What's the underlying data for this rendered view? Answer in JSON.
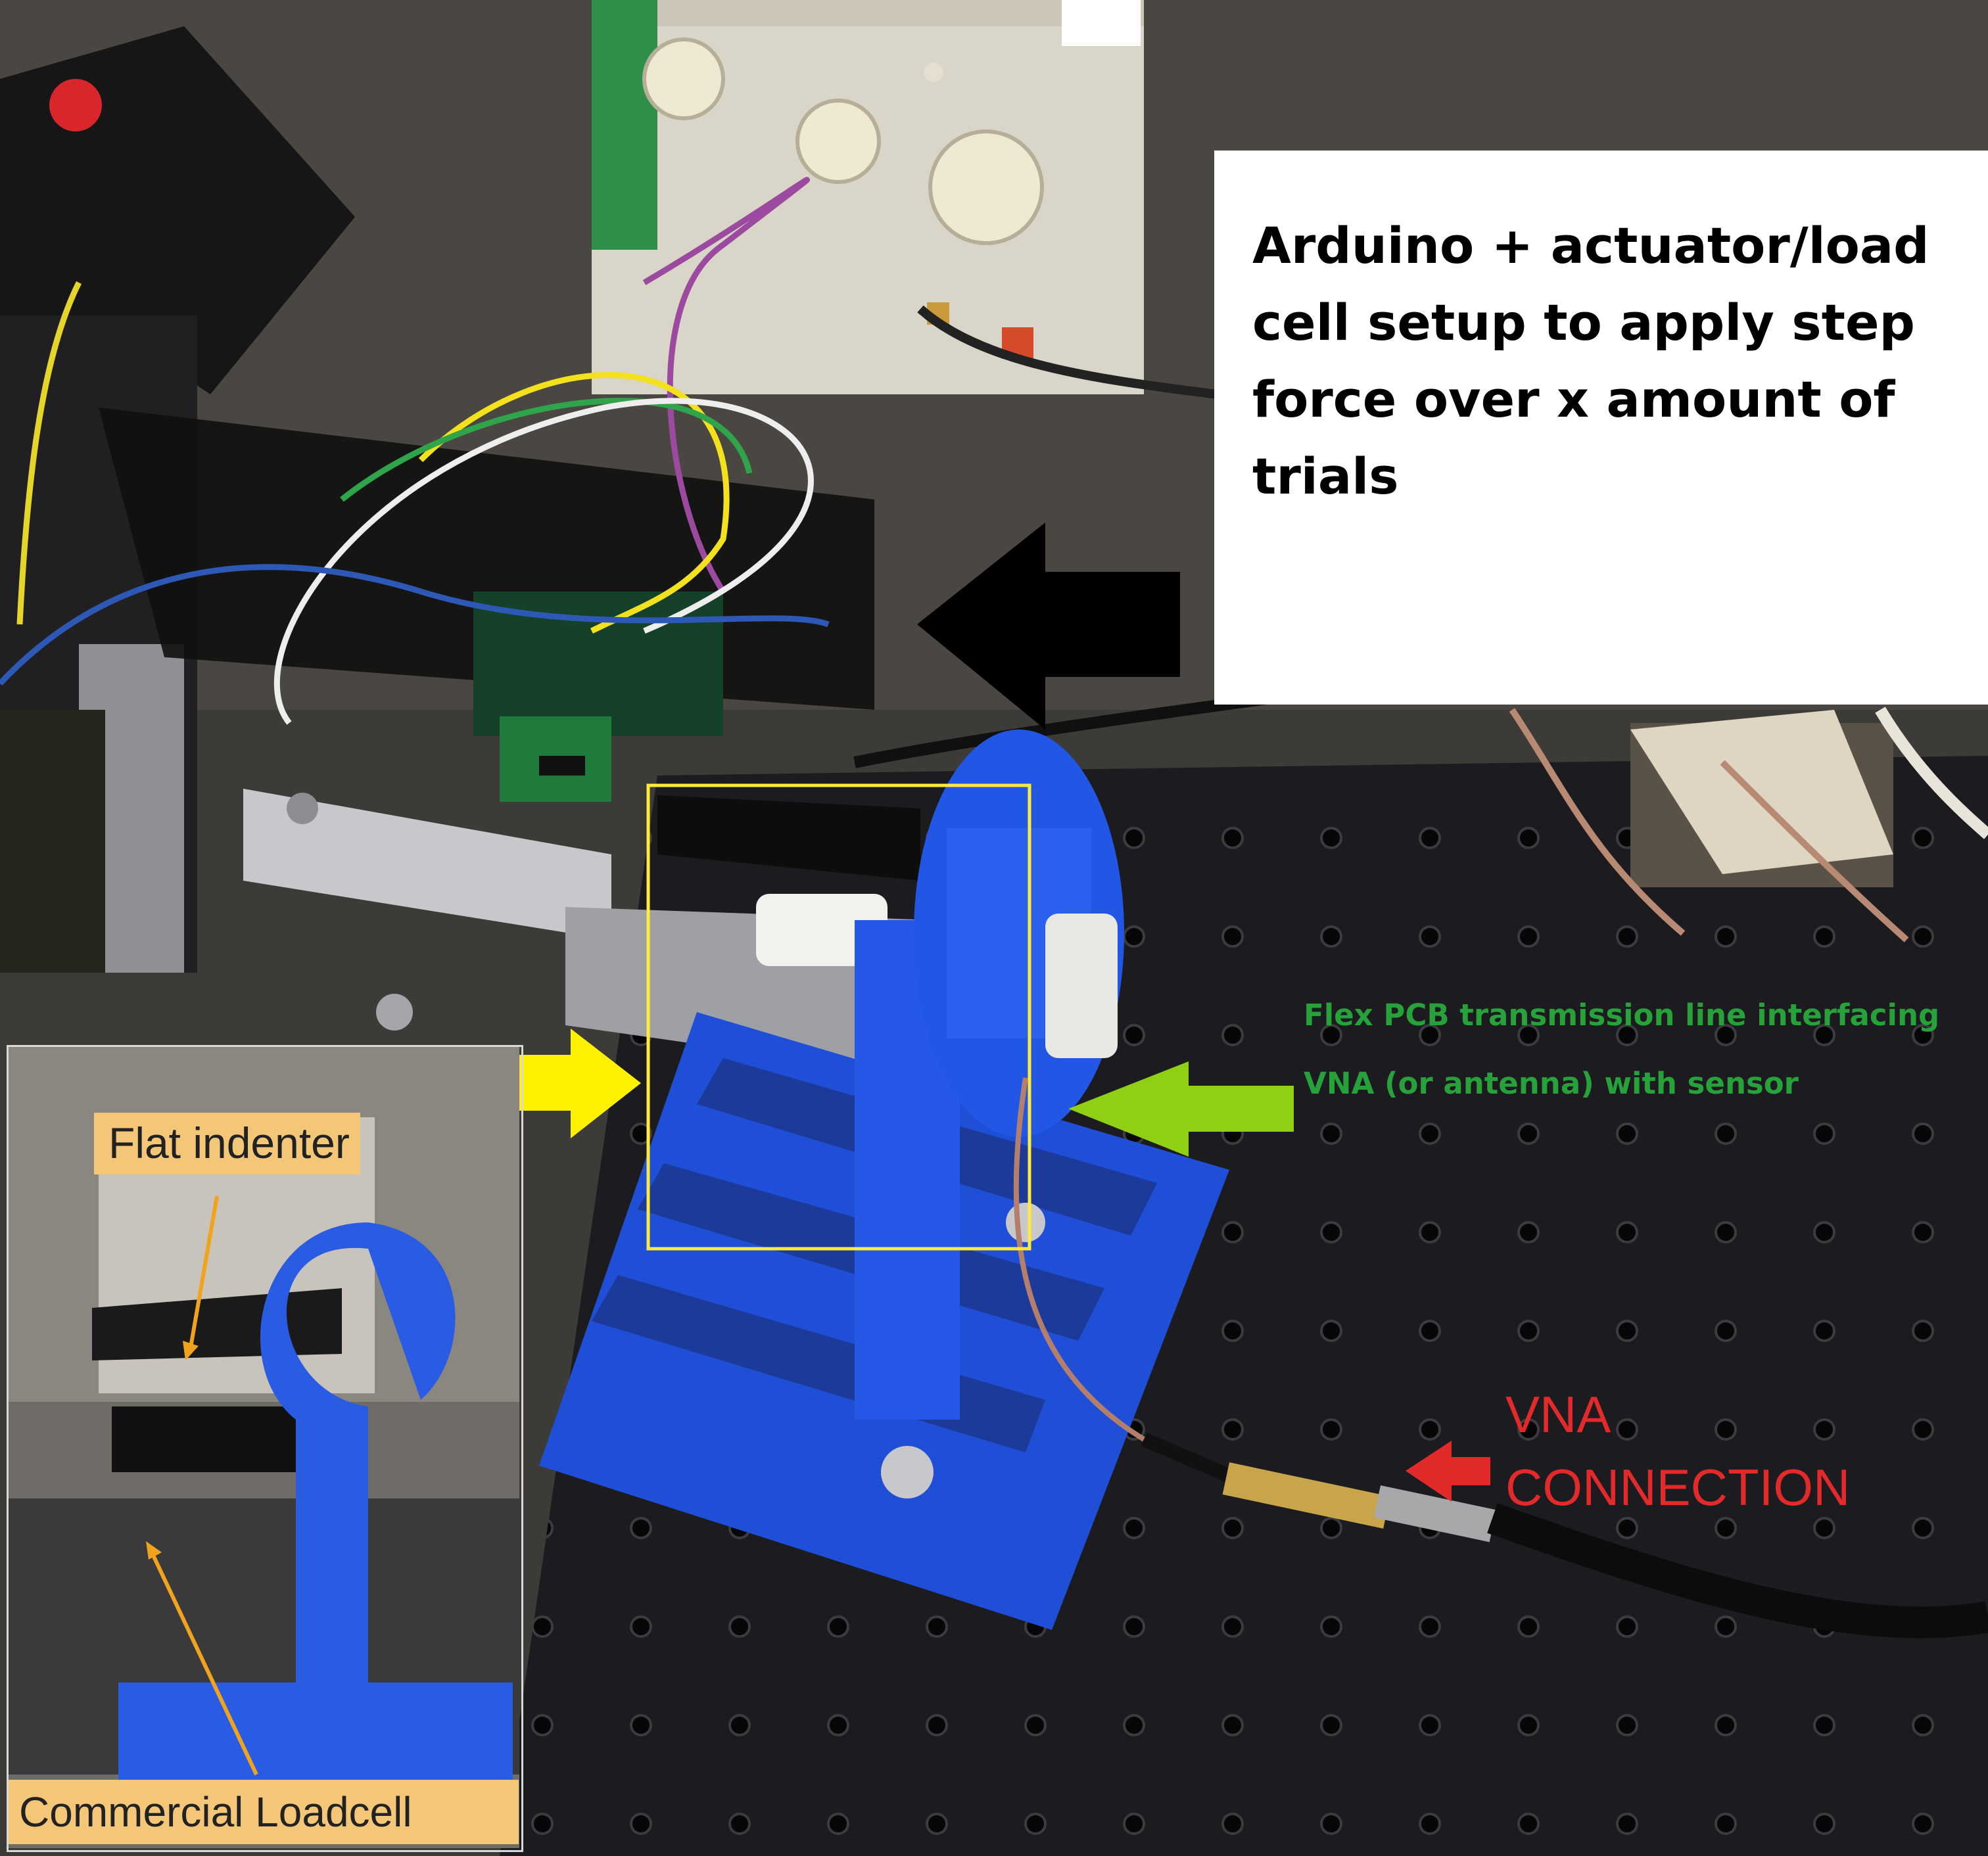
{
  "callout": {
    "text": "Arduino + actuator/load cell setup to apply step force over x amount of trials"
  },
  "flex_pcb_label": {
    "line1": "Flex PCB transmission line interfacing",
    "line2": "VNA (or antenna) with sensor"
  },
  "vna_label": {
    "line1": "VNA",
    "line2": "CONNECTION"
  },
  "inset": {
    "top_label": "Flat indenter",
    "bottom_label": "Commercial Loadcell"
  },
  "colors": {
    "callout_text": "#000000",
    "callout_arrow": "#000000",
    "flex_label": "#27a13a",
    "flex_arrow": "#8fd014",
    "vna_label": "#e32a2a",
    "vna_arrow": "#e32a2a",
    "yellow_arrow": "#fff200",
    "highlight_box": "#ffea3a",
    "inset_label_bg": "#f3c777",
    "inset_pointer": "#f0a41d",
    "fixture_blue": "#1e4fd6"
  }
}
